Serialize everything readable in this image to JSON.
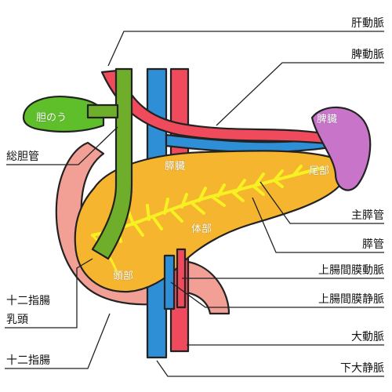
{
  "labels": {
    "hepatic_artery": "肝動脈",
    "splenic_artery": "脾動脈",
    "common_bile_duct": "総胆管",
    "main_pancreatic_duct": "主膵管",
    "pancreatic_duct": "膵管",
    "superior_mesenteric_artery": "上腸間膜動脈",
    "superior_mesenteric_vein": "上腸間膜静脈",
    "duodenal_papilla": "十二指腸\n乳頭",
    "duodenal_papilla_line1": "十二指腸",
    "duodenal_papilla_line2": "乳頭",
    "aorta": "大動脈",
    "inferior_vena_cava": "下大静脈",
    "duodenum": "十二指腸",
    "gallbladder": "胆のう",
    "spleen": "脾臓",
    "pancreas": "膵臓",
    "tail": "尾部",
    "body": "体部",
    "head": "頭部"
  },
  "colors": {
    "pancreas": "#f5b52e",
    "duct": "#f7f022",
    "bile": "#6fae2a",
    "gallbladder": "#5fbf2a",
    "artery": "#ef4b5c",
    "vein": "#2f8fd6",
    "spleen": "#c774c9",
    "duodenum": "#f29f95"
  }
}
